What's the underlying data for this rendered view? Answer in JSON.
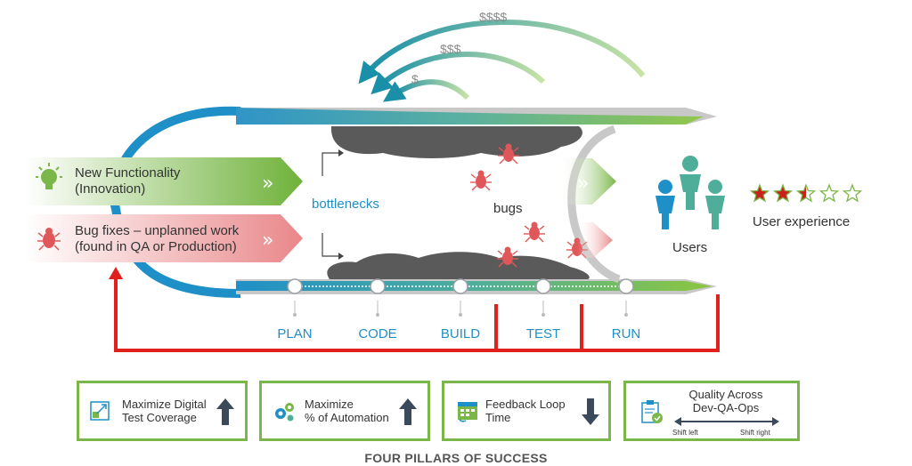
{
  "costs": [
    "$$$$",
    "$$$",
    "$"
  ],
  "inputs": {
    "new_functionality": [
      "New Functionality",
      "(Innovation)"
    ],
    "bug_fixes": [
      "Bug fixes – unplanned work",
      "(found in QA or Production)"
    ]
  },
  "labels": {
    "bottlenecks": "bottlenecks",
    "bugs": "bugs",
    "users": "Users",
    "user_experience": "User experience"
  },
  "rating": {
    "value": 2.5,
    "max": 5
  },
  "stages": [
    "PLAN",
    "CODE",
    "BUILD",
    "TEST",
    "RUN"
  ],
  "pillars": [
    {
      "lines": [
        "Maximize Digital",
        "Test Coverage"
      ],
      "icon": "coverage-icon",
      "arrow": "up"
    },
    {
      "lines": [
        "Maximize",
        "% of Automation"
      ],
      "icon": "gears-icon",
      "arrow": "up"
    },
    {
      "lines": [
        "Feedback Loop",
        "Time"
      ],
      "icon": "calendar-icon",
      "arrow": "down"
    },
    {
      "lines": [
        "Quality Across",
        "Dev-QA-Ops"
      ],
      "icon": "clipboard-check-icon",
      "arrow": "both",
      "shift_left": "Shift left",
      "shift_right": "Shift right"
    }
  ],
  "footer": "FOUR PILLARS OF SUCCESS",
  "colors": {
    "green": "#7ab648",
    "teal": "#1a8fa8",
    "red": "#e0201a",
    "blue": "#1f8fc7",
    "gray": "#5a5a5a"
  }
}
